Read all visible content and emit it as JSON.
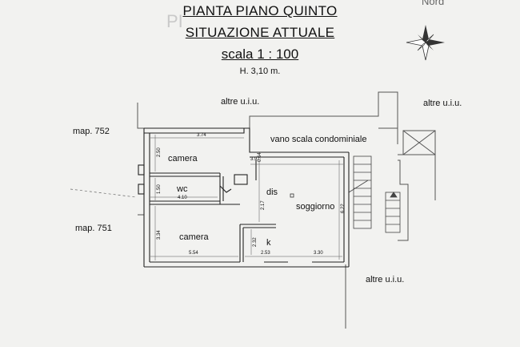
{
  "title": {
    "line1": "PIANTA PIANO QUINTO",
    "line2": "SITUAZIONE ATTUALE",
    "scale": "scala 1 : 100",
    "height": "H. 3,10 m."
  },
  "north_label": "Nord",
  "labels": {
    "altre_top": "altre u.i.u.",
    "altre_top_right": "altre u.i.u.",
    "altre_bottom_right": "altre u.i.u.",
    "map_752": "map. 752",
    "map_751": "map. 751",
    "vano_scala": "vano scala condominiale"
  },
  "rooms": {
    "camera_top": "camera",
    "wc": "wc",
    "dis": "dis",
    "soggiorno": "soggiorno",
    "camera_bottom": "camera",
    "k": "k"
  },
  "dimensions": {
    "d374": "3.74",
    "d250": "2.50",
    "d397": "3.97",
    "d150": "1.50",
    "d064": "0.64",
    "d410": "4.10",
    "d217": "2.17",
    "d622": "6.22",
    "d334": "3.34",
    "d232": "2.32",
    "d554": "5.54",
    "d253": "2.53",
    "d330": "3.30"
  }
}
